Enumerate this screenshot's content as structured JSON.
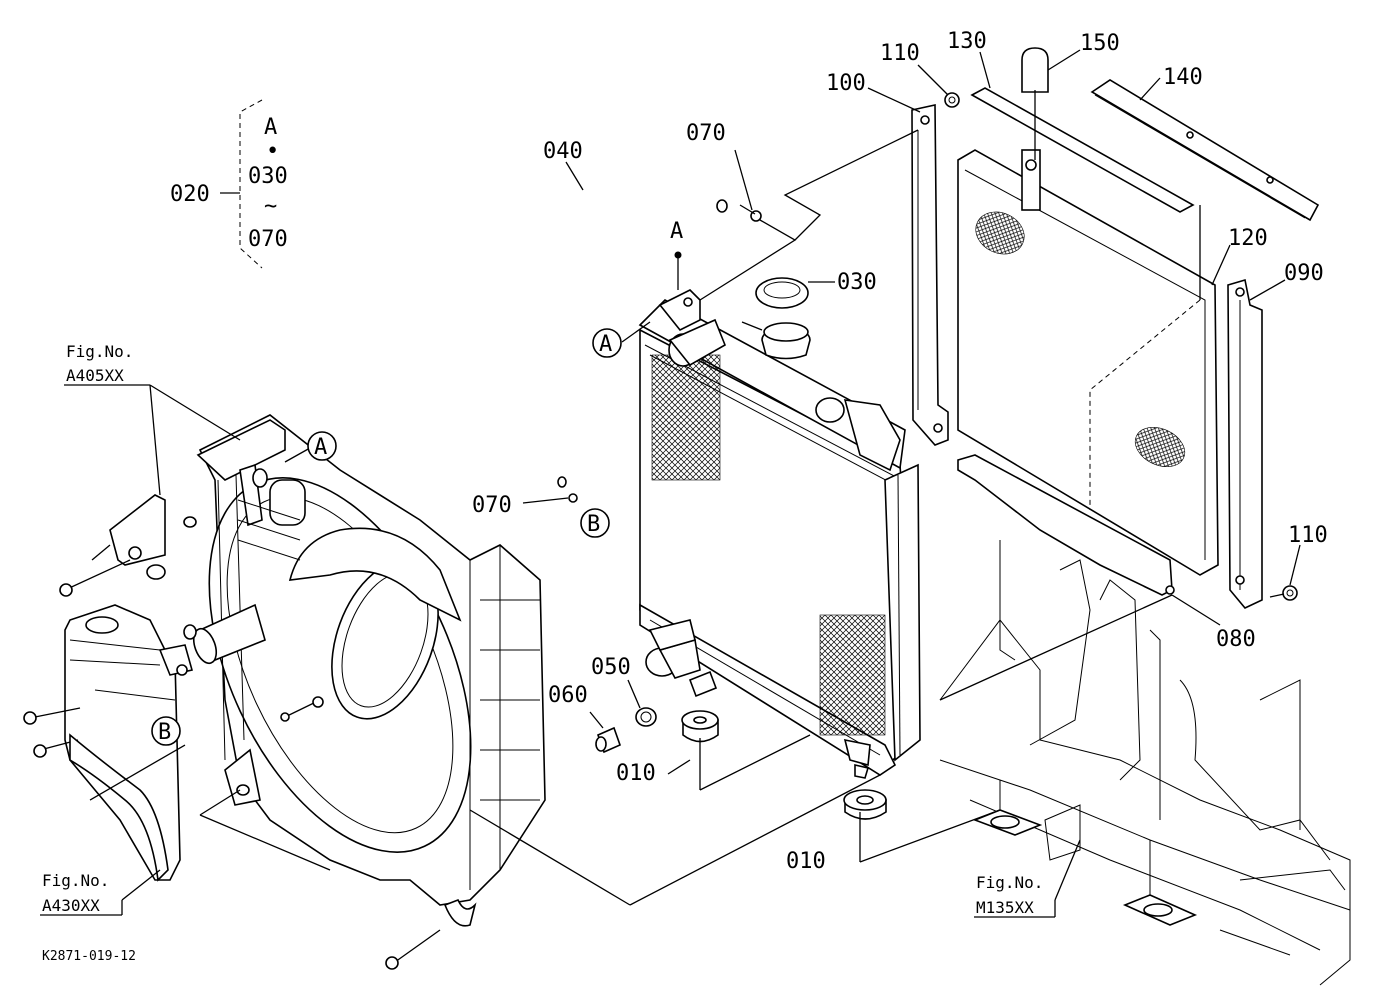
{
  "callouts": {
    "c010a": "010",
    "c010b": "010",
    "c020": "020",
    "c030": "030",
    "c040": "040",
    "c050": "050",
    "c060": "060",
    "c070a": "070",
    "c070b": "070",
    "c080": "080",
    "c090": "090",
    "c100": "100",
    "c110a": "110",
    "c110b": "110",
    "c120": "120",
    "c130": "130",
    "c140": "140",
    "c150": "150"
  },
  "group_bracket": {
    "top": "A",
    "dot": "•",
    "from": "030",
    "tilde": "~",
    "to": "070"
  },
  "markers": {
    "A_top": "A",
    "A_circle_radiator": "A",
    "A_circle_shroud": "A",
    "B_circle_hose": "B",
    "B_circle_tank": "B"
  },
  "fig_refs": {
    "a405_line1": "Fig.No.",
    "a405_line2": "A405XX",
    "a430_line1": "Fig.No.",
    "a430_line2": "A430XX",
    "m135_line1": "Fig.No.",
    "m135_line2": "M135XX"
  },
  "drawing_code": "K2871-019-12"
}
